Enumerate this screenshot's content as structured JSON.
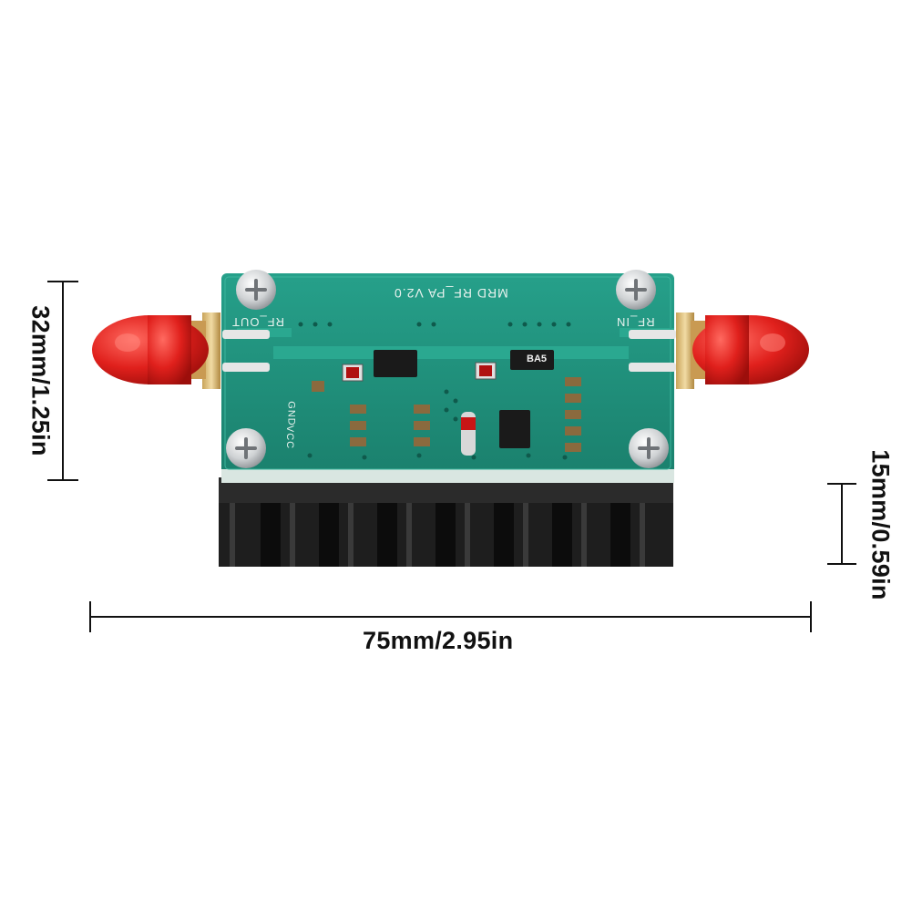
{
  "dimensions": {
    "width": "75mm/2.95in",
    "height": "32mm/1.25in",
    "depth": "15mm/0.59in"
  },
  "board": {
    "title": "MRD RF_PA V2.0",
    "rf_out": "RF_OUT",
    "rf_in": "RF_IN",
    "vcc": "VCC",
    "gnd": "GND",
    "chip_marking": "BA5"
  },
  "colors": {
    "pcb": "#1f8e7a",
    "heatsink": "#1e1e1e",
    "connector": "#e0201c",
    "dimension_line": "#111111"
  }
}
